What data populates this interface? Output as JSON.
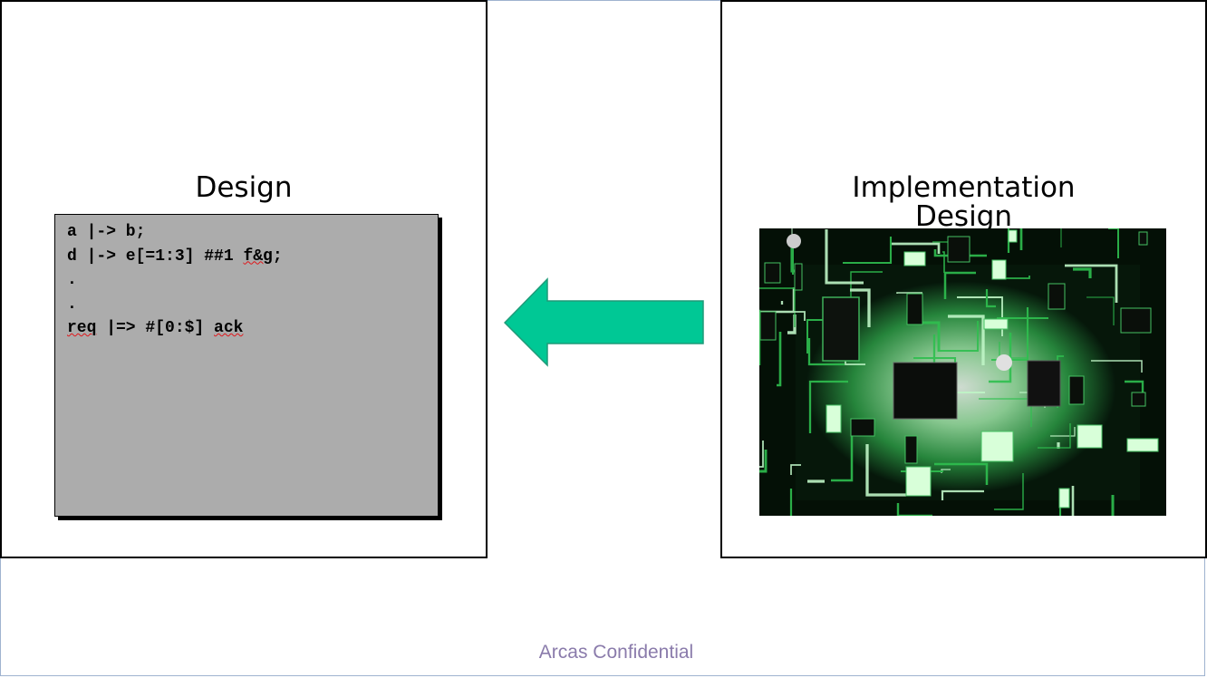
{
  "slide": {
    "left_panel": {
      "title": "Design",
      "code_lines": [
        {
          "parts": [
            {
              "text": "a |-> b;",
              "spell": false
            }
          ]
        },
        {
          "parts": [
            {
              "text": "d |-> e[=1:3] ##1 ",
              "spell": false
            },
            {
              "text": "f&g",
              "spell": true
            },
            {
              "text": ";",
              "spell": false
            }
          ]
        },
        {
          "parts": [
            {
              "text": ".",
              "spell": false
            }
          ]
        },
        {
          "parts": [
            {
              "text": ".",
              "spell": false
            }
          ]
        },
        {
          "parts": [
            {
              "text": "req",
              "spell": true
            },
            {
              "text": " |=> #[0:$] ",
              "spell": false
            },
            {
              "text": "ack",
              "spell": true
            }
          ]
        }
      ]
    },
    "arrow": {
      "direction": "left",
      "color": "#00c895",
      "outline": "#1f9a78"
    },
    "right_panel": {
      "title_line1": "Implementation",
      "title_line2": "Design",
      "image": {
        "semantic": "green-circuit-board-photo"
      }
    },
    "footer": "Arcas Confidential"
  },
  "colors": {
    "code_box_bg": "#acacac",
    "footer_text": "#8a7bab"
  }
}
